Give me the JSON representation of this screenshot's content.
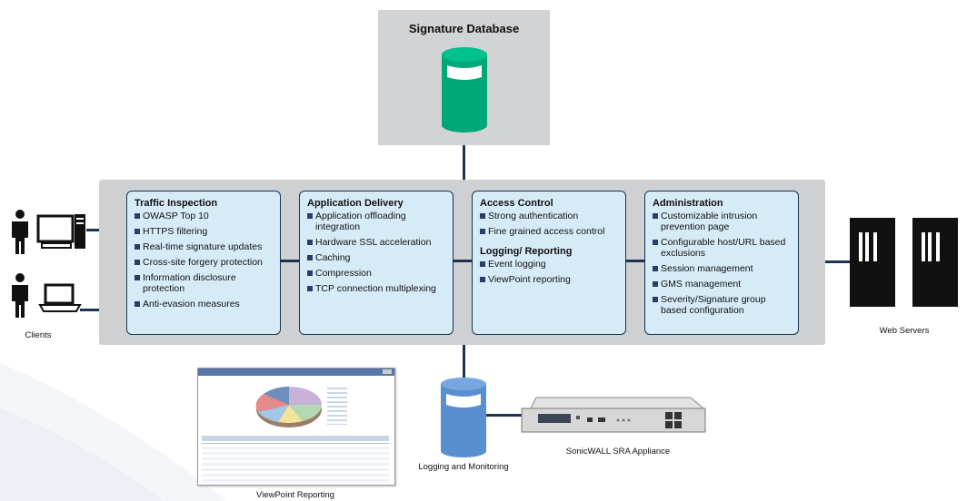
{
  "signature_database": {
    "title": "Signature Database"
  },
  "panels": [
    {
      "heading": "Traffic Inspection",
      "items": [
        "OWASP Top 10",
        "HTTPS filtering",
        "Real-time signature updates",
        "Cross-site forgery protection",
        "Information disclosure protection",
        "Anti-evasion measures"
      ]
    },
    {
      "heading": "Application Delivery",
      "items": [
        "Application offloading integration",
        "Hardware SSL acceleration",
        "Caching",
        "Compression",
        "TCP connection multiplexing"
      ]
    },
    {
      "heading": "Access Control",
      "items": [
        "Strong authentication",
        "Fine grained access control"
      ],
      "heading2": "Logging/ Reporting",
      "items2": [
        "Event logging",
        "ViewPoint reporting"
      ]
    },
    {
      "heading": "Administration",
      "items": [
        "Customizable intrusion prevention page",
        "Configurable host/URL based exclusions",
        "Session management",
        "GMS management",
        "Severity/Signature group based configuration"
      ]
    }
  ],
  "labels": {
    "clients": "Clients",
    "web_servers": "Web Servers",
    "logging": "Logging and Monitoring",
    "appliance": "SonicWALL SRA Appliance",
    "viewpoint": "ViewPoint Reporting"
  },
  "colors": {
    "database_green": "#00a878",
    "database_blue": "#5a8fcf",
    "panel_fill": "#d6ebf8",
    "connector": "#1d3350"
  }
}
